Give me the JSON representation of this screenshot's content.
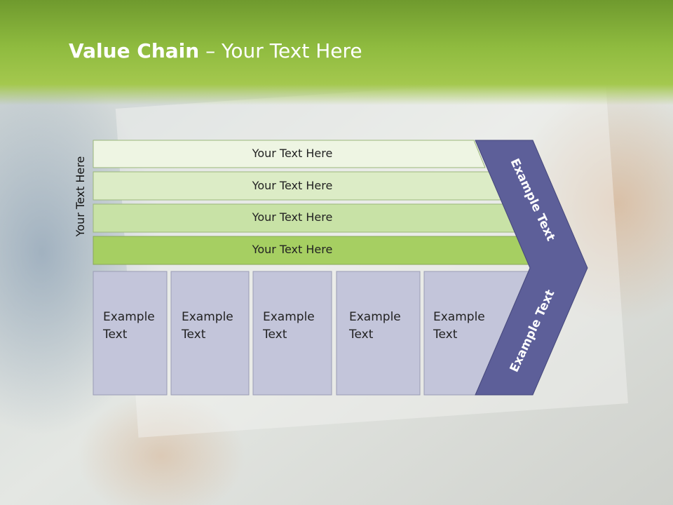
{
  "title": {
    "bold": "Value Chain",
    "rest": " – Your Text Here"
  },
  "side_label": "Your Text Here",
  "rows": [
    {
      "label": "Your Text Here"
    },
    {
      "label": "Your Text Here"
    },
    {
      "label": "Your Text Here"
    },
    {
      "label": "Your Text Here"
    }
  ],
  "boxes": [
    {
      "line1": "Example",
      "line2": "Text"
    },
    {
      "line1": "Example",
      "line2": "Text"
    },
    {
      "line1": "Example",
      "line2": "Text"
    },
    {
      "line1": "Example",
      "line2": "Text"
    },
    {
      "line1": "Example",
      "line2": "Text"
    }
  ],
  "chevron": {
    "upper_text": "Example Text",
    "lower_text": "Example Text"
  },
  "colors": {
    "title_green": "#8fbb3f",
    "row_fills": [
      "#eef5e3",
      "#dcecc6",
      "#c8e2a6",
      "#a6cf62"
    ],
    "box_fill": "#c3c5da",
    "chevron_fill": "#5d5f99"
  }
}
